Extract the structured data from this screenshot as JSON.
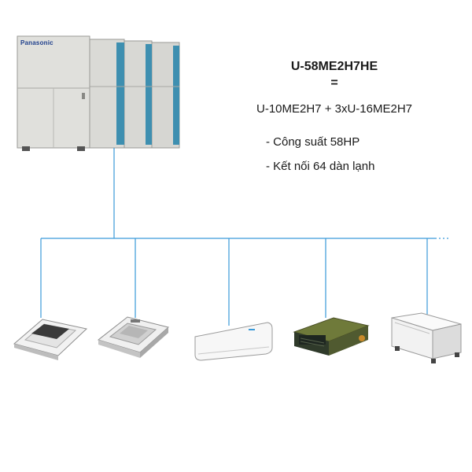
{
  "brand_logo_text": "Panasonic",
  "system": {
    "model": "U-58ME2H7HE",
    "equals": "=",
    "composition": "U-10ME2H7 + 3xU-16ME2H7",
    "specs": [
      "- Công suất 58HP",
      "- Kết nối 64 dàn lạnh"
    ]
  },
  "colors": {
    "pipe": "#3a9ad9",
    "outdoor_body": "#dcdcd8",
    "outdoor_panel": "#3e8fb0",
    "indoor_body": "#f4f4f4"
  },
  "indoor_units": [
    {
      "type": "4-way ceiling cassette (flat)"
    },
    {
      "type": "4-way ceiling cassette"
    },
    {
      "type": "wall mounted"
    },
    {
      "type": "concealed duct"
    },
    {
      "type": "floor standing"
    }
  ]
}
